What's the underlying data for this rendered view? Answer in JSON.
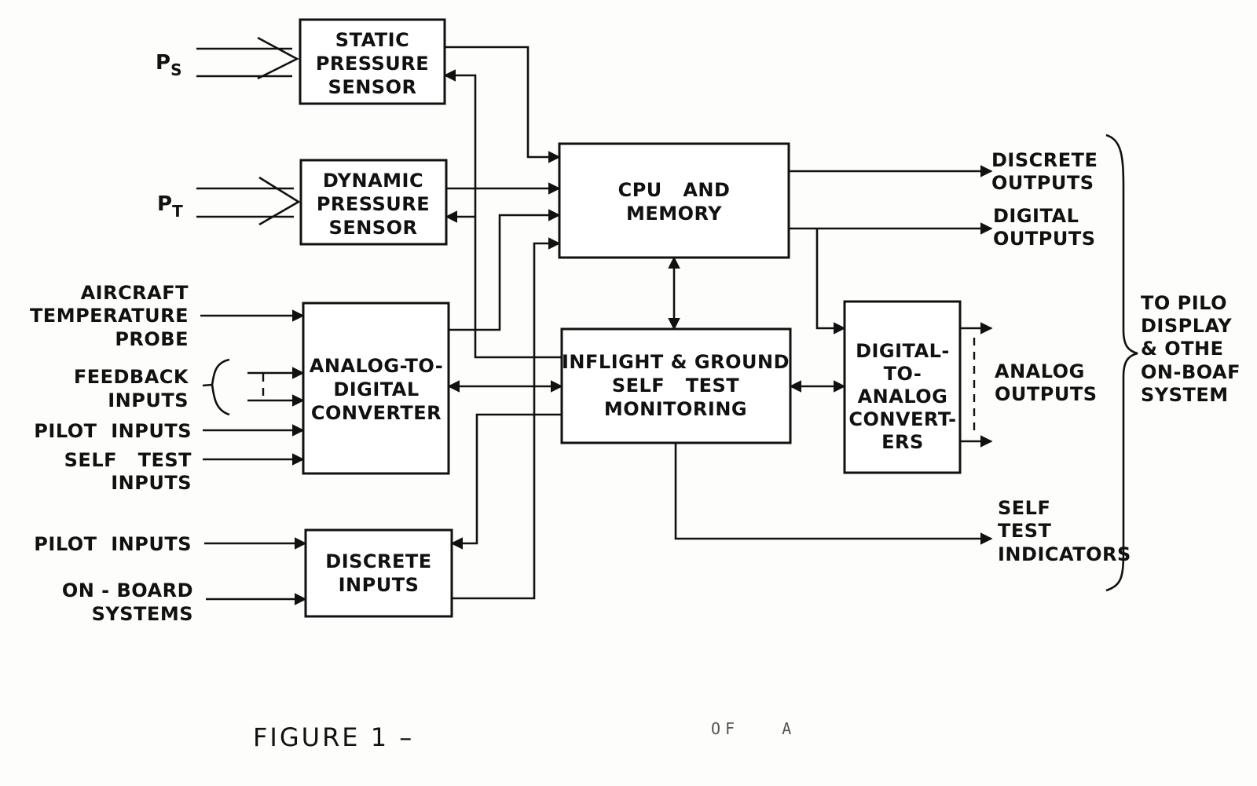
{
  "blocks": {
    "static_sensor": [
      "STATIC",
      "PRESSURE",
      "SENSOR"
    ],
    "dynamic_sensor": [
      "DYNAMIC",
      "PRESSURE",
      "SENSOR"
    ],
    "adc": [
      "ANALOG-TO-",
      "DIGITAL",
      "CONVERTER"
    ],
    "discrete_in": [
      "DISCRETE",
      "INPUTS"
    ],
    "cpu": [
      "CPU   AND",
      "MEMORY"
    ],
    "selftest": [
      "INFLIGHT & GROUND",
      "SELF   TEST",
      "MONITORING"
    ],
    "dac": [
      "DIGITAL-",
      "TO-",
      "ANALOG",
      "CONVERT-",
      "ERS"
    ]
  },
  "inputs": {
    "ps_main": "P",
    "ps_sub": "S",
    "pt_main": "P",
    "pt_sub": "T",
    "temp_probe": [
      "AIRCRAFT",
      "TEMPERATURE",
      "PROBE"
    ],
    "feedback": [
      "FEEDBACK",
      "INPUTS"
    ],
    "pilot_inputs_adc": "PILOT  INPUTS",
    "self_test_inputs": [
      "SELF   TEST",
      "INPUTS"
    ],
    "pilot_inputs_discrete": "PILOT  INPUTS",
    "onboard_systems": [
      "ON - BOARD",
      "SYSTEMS"
    ]
  },
  "outputs": {
    "discrete": [
      "DISCRETE",
      "OUTPUTS"
    ],
    "digital": [
      "DIGITAL",
      "OUTPUTS"
    ],
    "analog": [
      "ANALOG",
      "OUTPUTS"
    ],
    "selftest_ind": [
      "SELF",
      "TEST",
      "INDICATORS"
    ],
    "destination": [
      "TO PILO",
      "DISPLAY",
      "& OTHE",
      "ON-BOAF",
      "SYSTEM"
    ]
  },
  "caption": {
    "label": "FIGURE 1 –",
    "line1": "OF   A",
    "line2": ""
  }
}
